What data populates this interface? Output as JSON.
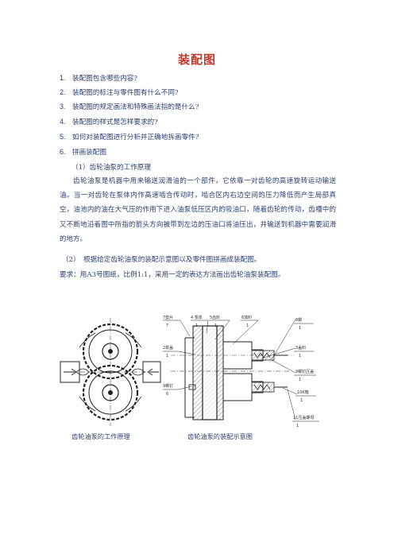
{
  "title": "装配图",
  "questions": [
    {
      "num": "1.",
      "text": "装配图包含哪些内容?"
    },
    {
      "num": "2.",
      "text": "装配图的标注与零件图有什么不同?"
    },
    {
      "num": "3.",
      "text": "装配图的规定画法和特殊画法指的是什么?"
    },
    {
      "num": "4.",
      "text": "装配图的样式是怎样要求的?"
    },
    {
      "num": "5.",
      "text": "如何对装配图进行分析并正确地拆画零件?"
    },
    {
      "num": "6.",
      "text": "拼画装配图"
    }
  ],
  "section1": {
    "heading": "（1）齿轮油泵的工作原理",
    "body": "齿轮油泵是机器中用来输送润滑油的一个部件，它依靠一对齿轮的高速旋转运动输送油。当一对齿轮在泵体内作高速啮合传动时，啮合区内右边空间的压力降低而产生局部真空，油池内的油在大气压的作用下进入油泵低压区内的吸油口，随着齿轮的传动，齿槽中的又不断地沿着图中所指的箭头方向被带到左边的压油口将油压出，并输送到机器中需要润滑的地方。"
  },
  "section2": {
    "heading": "（2）　根据给定齿轮油泵的装配示意图以及零件图拼画成装配图。",
    "requirement": "要求：用A3号图纸，比例1:1，采用一定的表达方法画出齿轮油泵装配图。"
  },
  "figure_labels": {
    "p7_top": "7垫片",
    "p7_num": "7",
    "p4": "4 泵体",
    "p4_num": "1",
    "p5": "5齿轮",
    "p5_num": "1",
    "p6": "6填料",
    "p6_num": "1",
    "p8": "8螺",
    "p8_num": "1",
    "p3": "3盖料",
    "p3_num": "1",
    "p2": "2泵盖",
    "p2_num": "1",
    "p9": "9螺钉",
    "p9_num": "6",
    "p10": "9螺钉压盖",
    "p10_num": "1",
    "p11": "10K箱",
    "p11_num": "1",
    "p12": "11压盖螺母",
    "p12_num": "1"
  },
  "captions": {
    "left": "齿轮油泵的工作原理",
    "right": "齿轮油泵的装配示意图"
  }
}
